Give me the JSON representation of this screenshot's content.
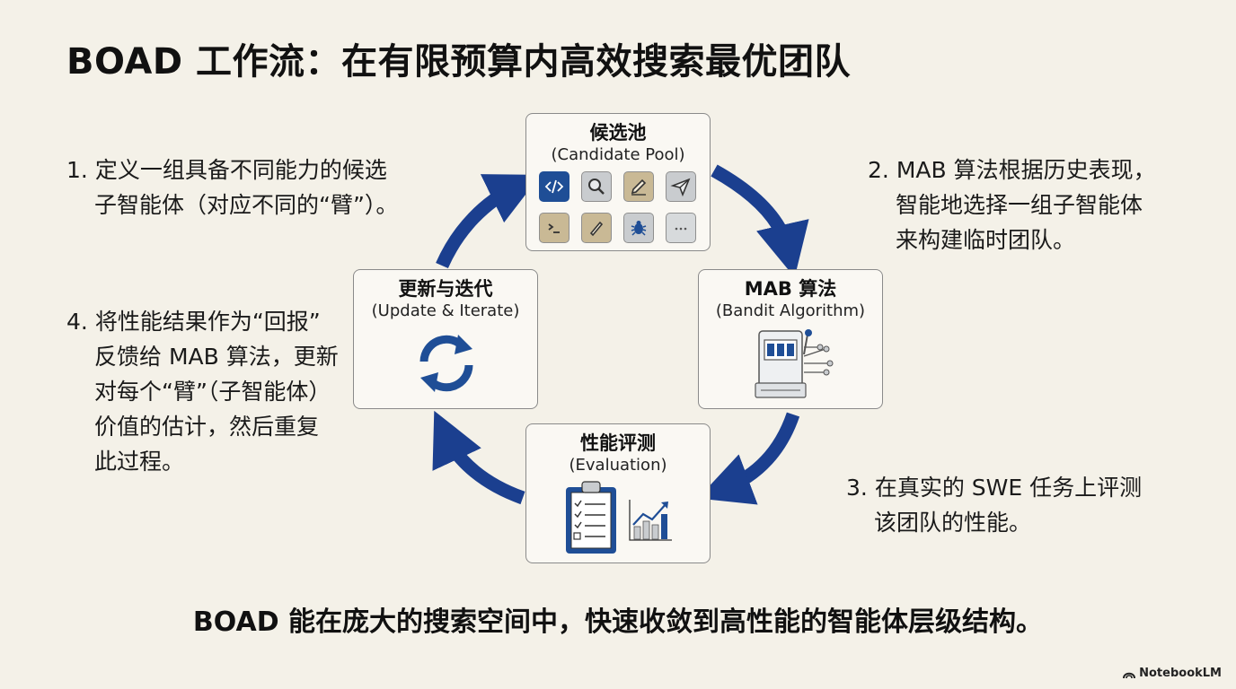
{
  "title": "BOAD 工作流：在有限预算内高效搜索最优团队",
  "steps": {
    "s1": {
      "num": "1.",
      "line1": "定义一组具备不同能力的候选",
      "line2": "子智能体（对应不同的“臂”）。"
    },
    "s2": {
      "num": "2.",
      "line1": "MAB 算法根据历史表现，",
      "line2": "智能地选择一组子智能体",
      "line3": "来构建临时团队。"
    },
    "s3": {
      "num": "3.",
      "line1": "在真实的 SWE 任务上评测",
      "line2": "该团队的性能。"
    },
    "s4": {
      "num": "4.",
      "line1": "将性能结果作为“回报”",
      "line2": "反馈给 MAB 算法，更新",
      "line3": "对每个“臂”（子智能体）",
      "line4": "价值的估计，然后重复",
      "line5": "此过程。"
    }
  },
  "boxes": {
    "pool": {
      "title": "候选池",
      "subtitle": "(Candidate Pool)"
    },
    "mab": {
      "title": "MAB 算法",
      "subtitle": "(Bandit Algorithm)"
    },
    "eval": {
      "title": "性能评测",
      "subtitle": "(Evaluation)"
    },
    "update": {
      "title": "更新与迭代",
      "subtitle": "(Update & Iterate)"
    }
  },
  "pool_icons": [
    "code-icon",
    "search-icon",
    "pencil-icon",
    "send-icon",
    "terminal-icon",
    "brush-icon",
    "bug-icon",
    "more-icon"
  ],
  "colors": {
    "arrow": "#1b3f8f",
    "background": "#f4f1e8",
    "tile_blue": "#1f4e96",
    "tile_tan": "#c9b995",
    "tile_gray": "#c9cccf"
  },
  "footer": "BOAD 能在庞大的搜索空间中，快速收敛到高性能的智能体层级结构。",
  "brand": "NotebookLM"
}
